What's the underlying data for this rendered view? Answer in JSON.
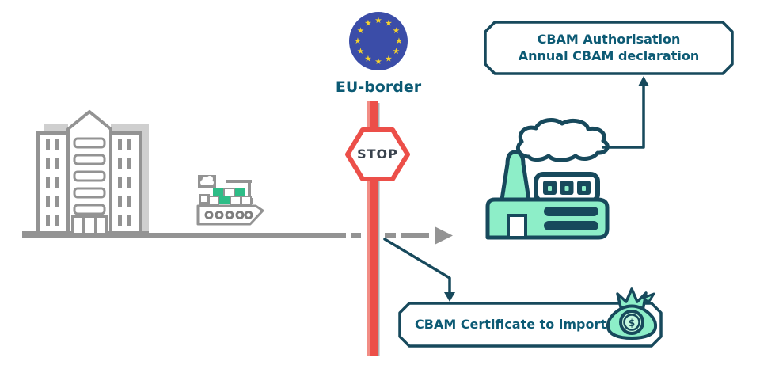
{
  "colors": {
    "eu_blue": "#3B4DA8",
    "star_yellow": "#F5D22C",
    "text_teal": "#0C5A74",
    "dark_teal": "#17495C",
    "mint": "#8DEEC8",
    "mint_light": "#C4F7DF",
    "green": "#2EBD87",
    "red": "#EC4F49",
    "red_light": "#F28D85",
    "gray": "#939393",
    "gray_light": "#CFCFCF",
    "sign_text": "#39424D"
  },
  "flag": {
    "label": "EU-border",
    "star": "★"
  },
  "stop_sign": {
    "label": "STOP"
  },
  "authorization_box": {
    "line1": "CBAM Authorisation",
    "line2": "Annual CBAM declaration"
  },
  "certificate_box": {
    "label": "CBAM Certificate to import",
    "money_bag_symbol": "$"
  }
}
